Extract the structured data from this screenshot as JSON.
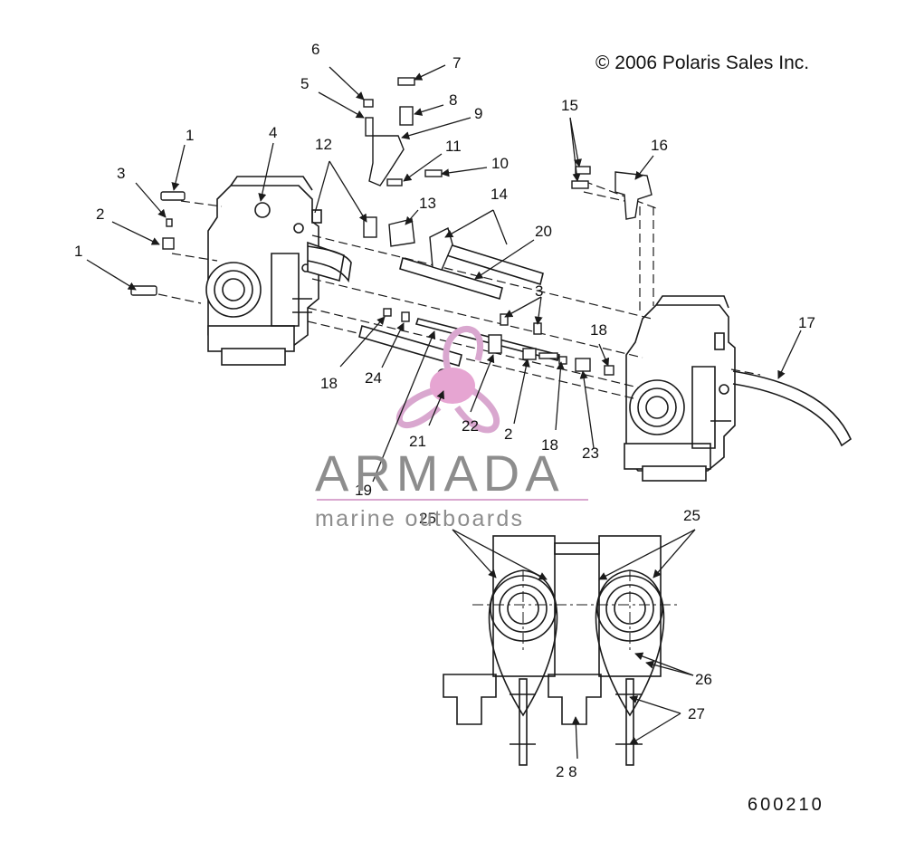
{
  "diagram": {
    "copyright": "© 2006 Polaris Sales Inc.",
    "figure_number": "600210",
    "watermark": {
      "title": "ARMADA",
      "subtitle": "marine outboards"
    },
    "callouts": [
      {
        "id": "c1a",
        "label": "1"
      },
      {
        "id": "c1b",
        "label": "1"
      },
      {
        "id": "c2a",
        "label": "2"
      },
      {
        "id": "c2b",
        "label": "2"
      },
      {
        "id": "c3a",
        "label": "3"
      },
      {
        "id": "c3b",
        "label": "3"
      },
      {
        "id": "c4",
        "label": "4"
      },
      {
        "id": "c5",
        "label": "5"
      },
      {
        "id": "c6",
        "label": "6"
      },
      {
        "id": "c7",
        "label": "7"
      },
      {
        "id": "c8",
        "label": "8"
      },
      {
        "id": "c9",
        "label": "9"
      },
      {
        "id": "c10",
        "label": "10"
      },
      {
        "id": "c11",
        "label": "11"
      },
      {
        "id": "c12",
        "label": "12"
      },
      {
        "id": "c13",
        "label": "13"
      },
      {
        "id": "c14",
        "label": "14"
      },
      {
        "id": "c15",
        "label": "15"
      },
      {
        "id": "c16",
        "label": "16"
      },
      {
        "id": "c17",
        "label": "17"
      },
      {
        "id": "c18a",
        "label": "18"
      },
      {
        "id": "c18b",
        "label": "18"
      },
      {
        "id": "c18c",
        "label": "18"
      },
      {
        "id": "c19",
        "label": "19"
      },
      {
        "id": "c20",
        "label": "20"
      },
      {
        "id": "c21",
        "label": "21"
      },
      {
        "id": "c22",
        "label": "22"
      },
      {
        "id": "c23",
        "label": "23"
      },
      {
        "id": "c24",
        "label": "24"
      },
      {
        "id": "c25a",
        "label": "25"
      },
      {
        "id": "c25b",
        "label": "25"
      },
      {
        "id": "c26",
        "label": "26"
      },
      {
        "id": "c27",
        "label": "27"
      },
      {
        "id": "c28",
        "label": "2 8"
      }
    ],
    "colors": {
      "line": "#1a1a1a",
      "watermark_text": "#8d8d8d",
      "watermark_accent": "#d9a7cf"
    }
  }
}
